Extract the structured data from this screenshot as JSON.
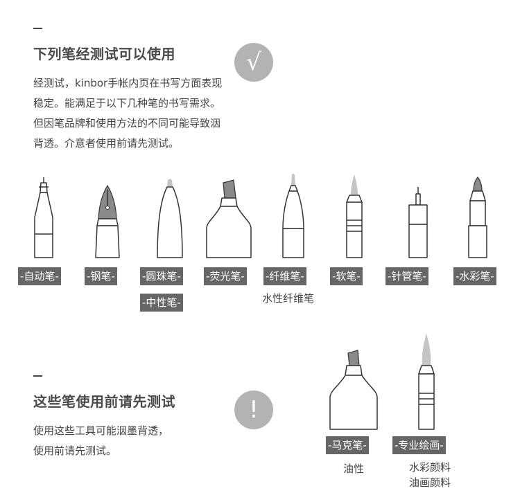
{
  "section_ok": {
    "title": "下列笔经测试可以使用",
    "description": "经测试，kinbor手帐内页在书写方面表现稳定。能满足于以下几种笔的书写需求。但因笔品牌和使用方法的不同可能导致洇背透。介意者使用前请先测试。",
    "badge": "√",
    "pens": [
      {
        "label": "-自动笔-"
      },
      {
        "label": "-钢笔-"
      },
      {
        "label": "-圆珠笔-",
        "label2": "-中性笔-"
      },
      {
        "label": "-荧光笔-"
      },
      {
        "label": "-纤维笔-",
        "note": "水性纤维笔"
      },
      {
        "label": "-软笔-"
      },
      {
        "label": "-针管笔-"
      },
      {
        "label": "-水彩笔-"
      }
    ]
  },
  "section_test": {
    "title": "这些笔使用前请先测试",
    "description": "使用这些工具可能洇墨背透，使用前请先测试。",
    "badge": "!",
    "pens": [
      {
        "label": "-马克笔-",
        "note": "油性"
      },
      {
        "label": "-专业绘画-",
        "note": "水彩颜料",
        "note2": "油画颜料"
      }
    ]
  },
  "colors": {
    "tag_bg": "#666666",
    "badge_bg": "#b3b3b3",
    "text": "#444444"
  }
}
